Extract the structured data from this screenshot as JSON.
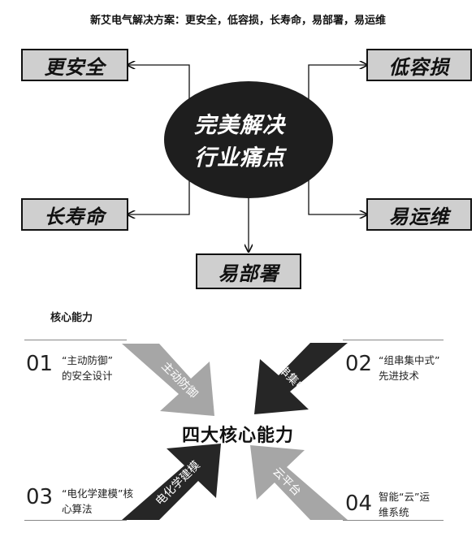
{
  "intro": "新艾电气解决方案：更安全，低容损，长寿命，易部署，易运维",
  "top_diagram": {
    "center_line1": "完美解决",
    "center_line2": "行业痛点",
    "boxes": {
      "top_left": "更安全",
      "top_right": "低容损",
      "bottom_left": "长寿命",
      "bottom_right": "易运维",
      "bottom": "易部署"
    },
    "colors": {
      "box_fill": "#cfcfcf",
      "ellipse_fill": "#1e1e1e"
    }
  },
  "section2": {
    "title": "核心能力",
    "center": "四大核心能力",
    "items": [
      {
        "num": "01",
        "line1": "“主动防御”",
        "line2": "的安全设计",
        "arrow": "主动防御",
        "arrow_color": "#a6a6a6"
      },
      {
        "num": "02",
        "line1": "“组串集中式”",
        "line2": "先进技术",
        "arrow": "组串集中式",
        "arrow_color": "#262626"
      },
      {
        "num": "03",
        "line1": "“电化学建模”核",
        "line2": "心算法",
        "arrow": "电化学建模",
        "arrow_color": "#262626"
      },
      {
        "num": "04",
        "line1": "智能“云”运",
        "line2": "维系统",
        "arrow": "云平台",
        "arrow_color": "#a6a6a6"
      }
    ]
  }
}
